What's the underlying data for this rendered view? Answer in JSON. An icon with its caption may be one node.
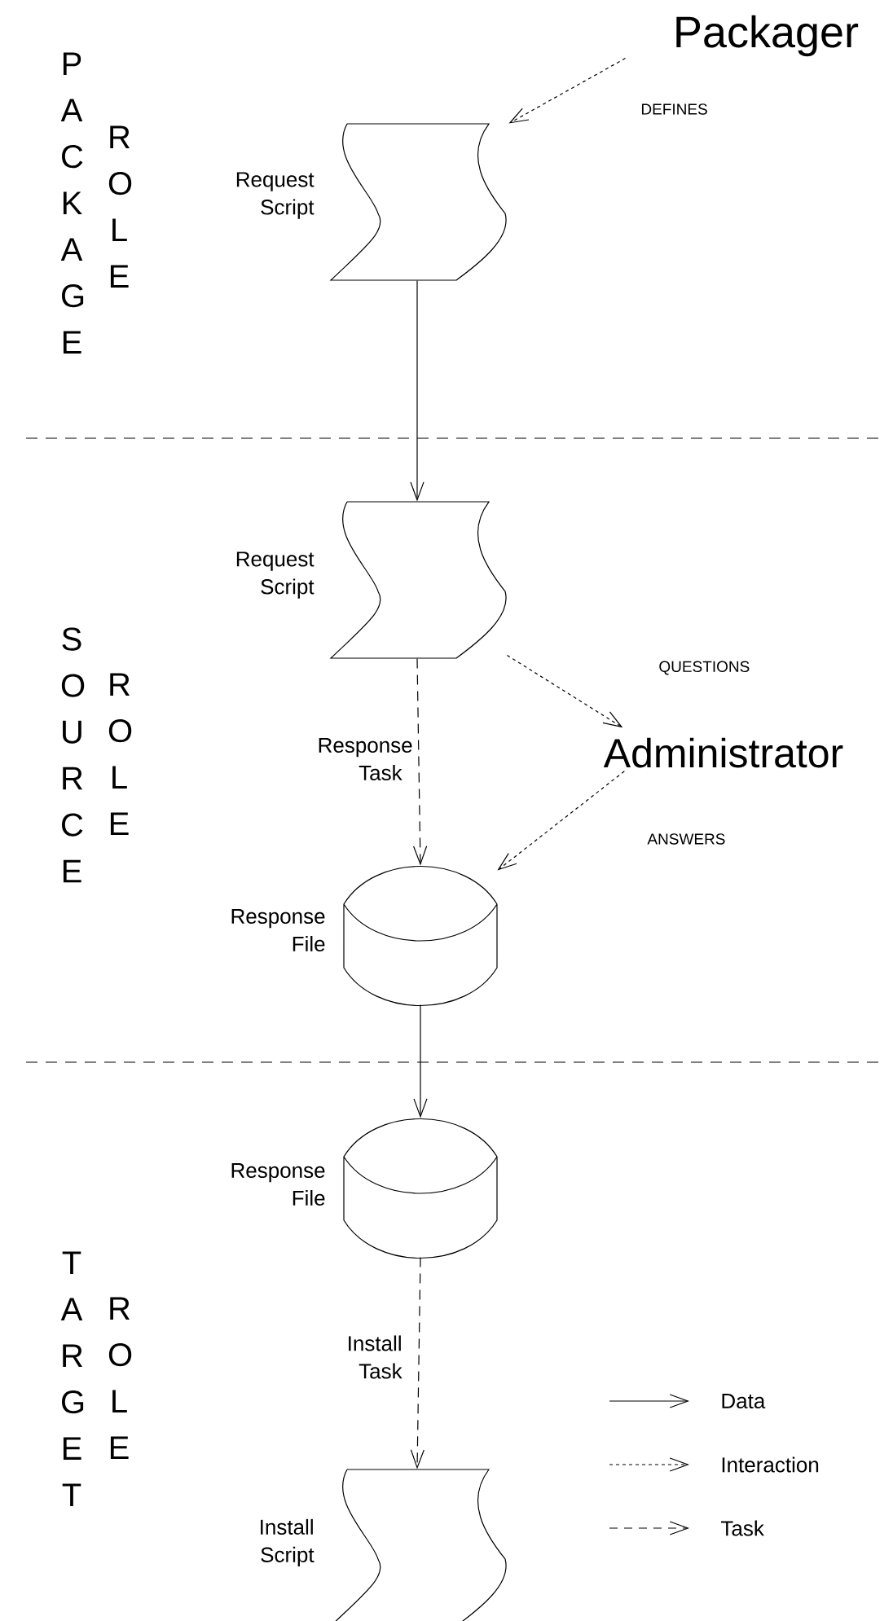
{
  "diagram": {
    "nodes": [
      {
        "text": [
          "Packager"
        ]
      },
      {
        "text": [
          "Request Script"
        ]
      },
      {
        "text": [
          "Request Script"
        ]
      },
      {
        "text": [
          "Administrator"
        ]
      },
      {
        "text": [
          "Response File"
        ]
      },
      {
        "text": [
          "Response File"
        ]
      },
      {
        "text": [
          "Install Script"
        ]
      }
    ],
    "edges": [
      {
        "from": 0,
        "to": 1,
        "arrow": "to",
        "label": "DEFINES",
        "style": "dashed"
      },
      {
        "from": 1,
        "to": 2,
        "arrow": "to"
      },
      {
        "from": 2,
        "to": 3,
        "arrow": "to",
        "label": "QUESTIONS",
        "style": "dashed"
      },
      {
        "from": 2,
        "to": 4,
        "arrow": "to",
        "label": "Response Task",
        "style": "dashed"
      },
      {
        "from": 3,
        "to": 4,
        "arrow": "to",
        "label": "ANSWERS",
        "style": "dashed"
      },
      {
        "from": 4,
        "to": 5,
        "arrow": "to"
      },
      {
        "from": 5,
        "to": 6,
        "arrow": "to",
        "label": "Install Task",
        "style": "dashed"
      }
    ],
    "labels": [
      "PACKAGE",
      "ROLE",
      "SOURCE",
      "ROLE",
      "TARGET",
      "ROLE"
    ],
    "legend": [
      {
        "text": "Data"
      },
      {
        "text": "Interaction"
      },
      {
        "text": "Task"
      }
    ]
  }
}
